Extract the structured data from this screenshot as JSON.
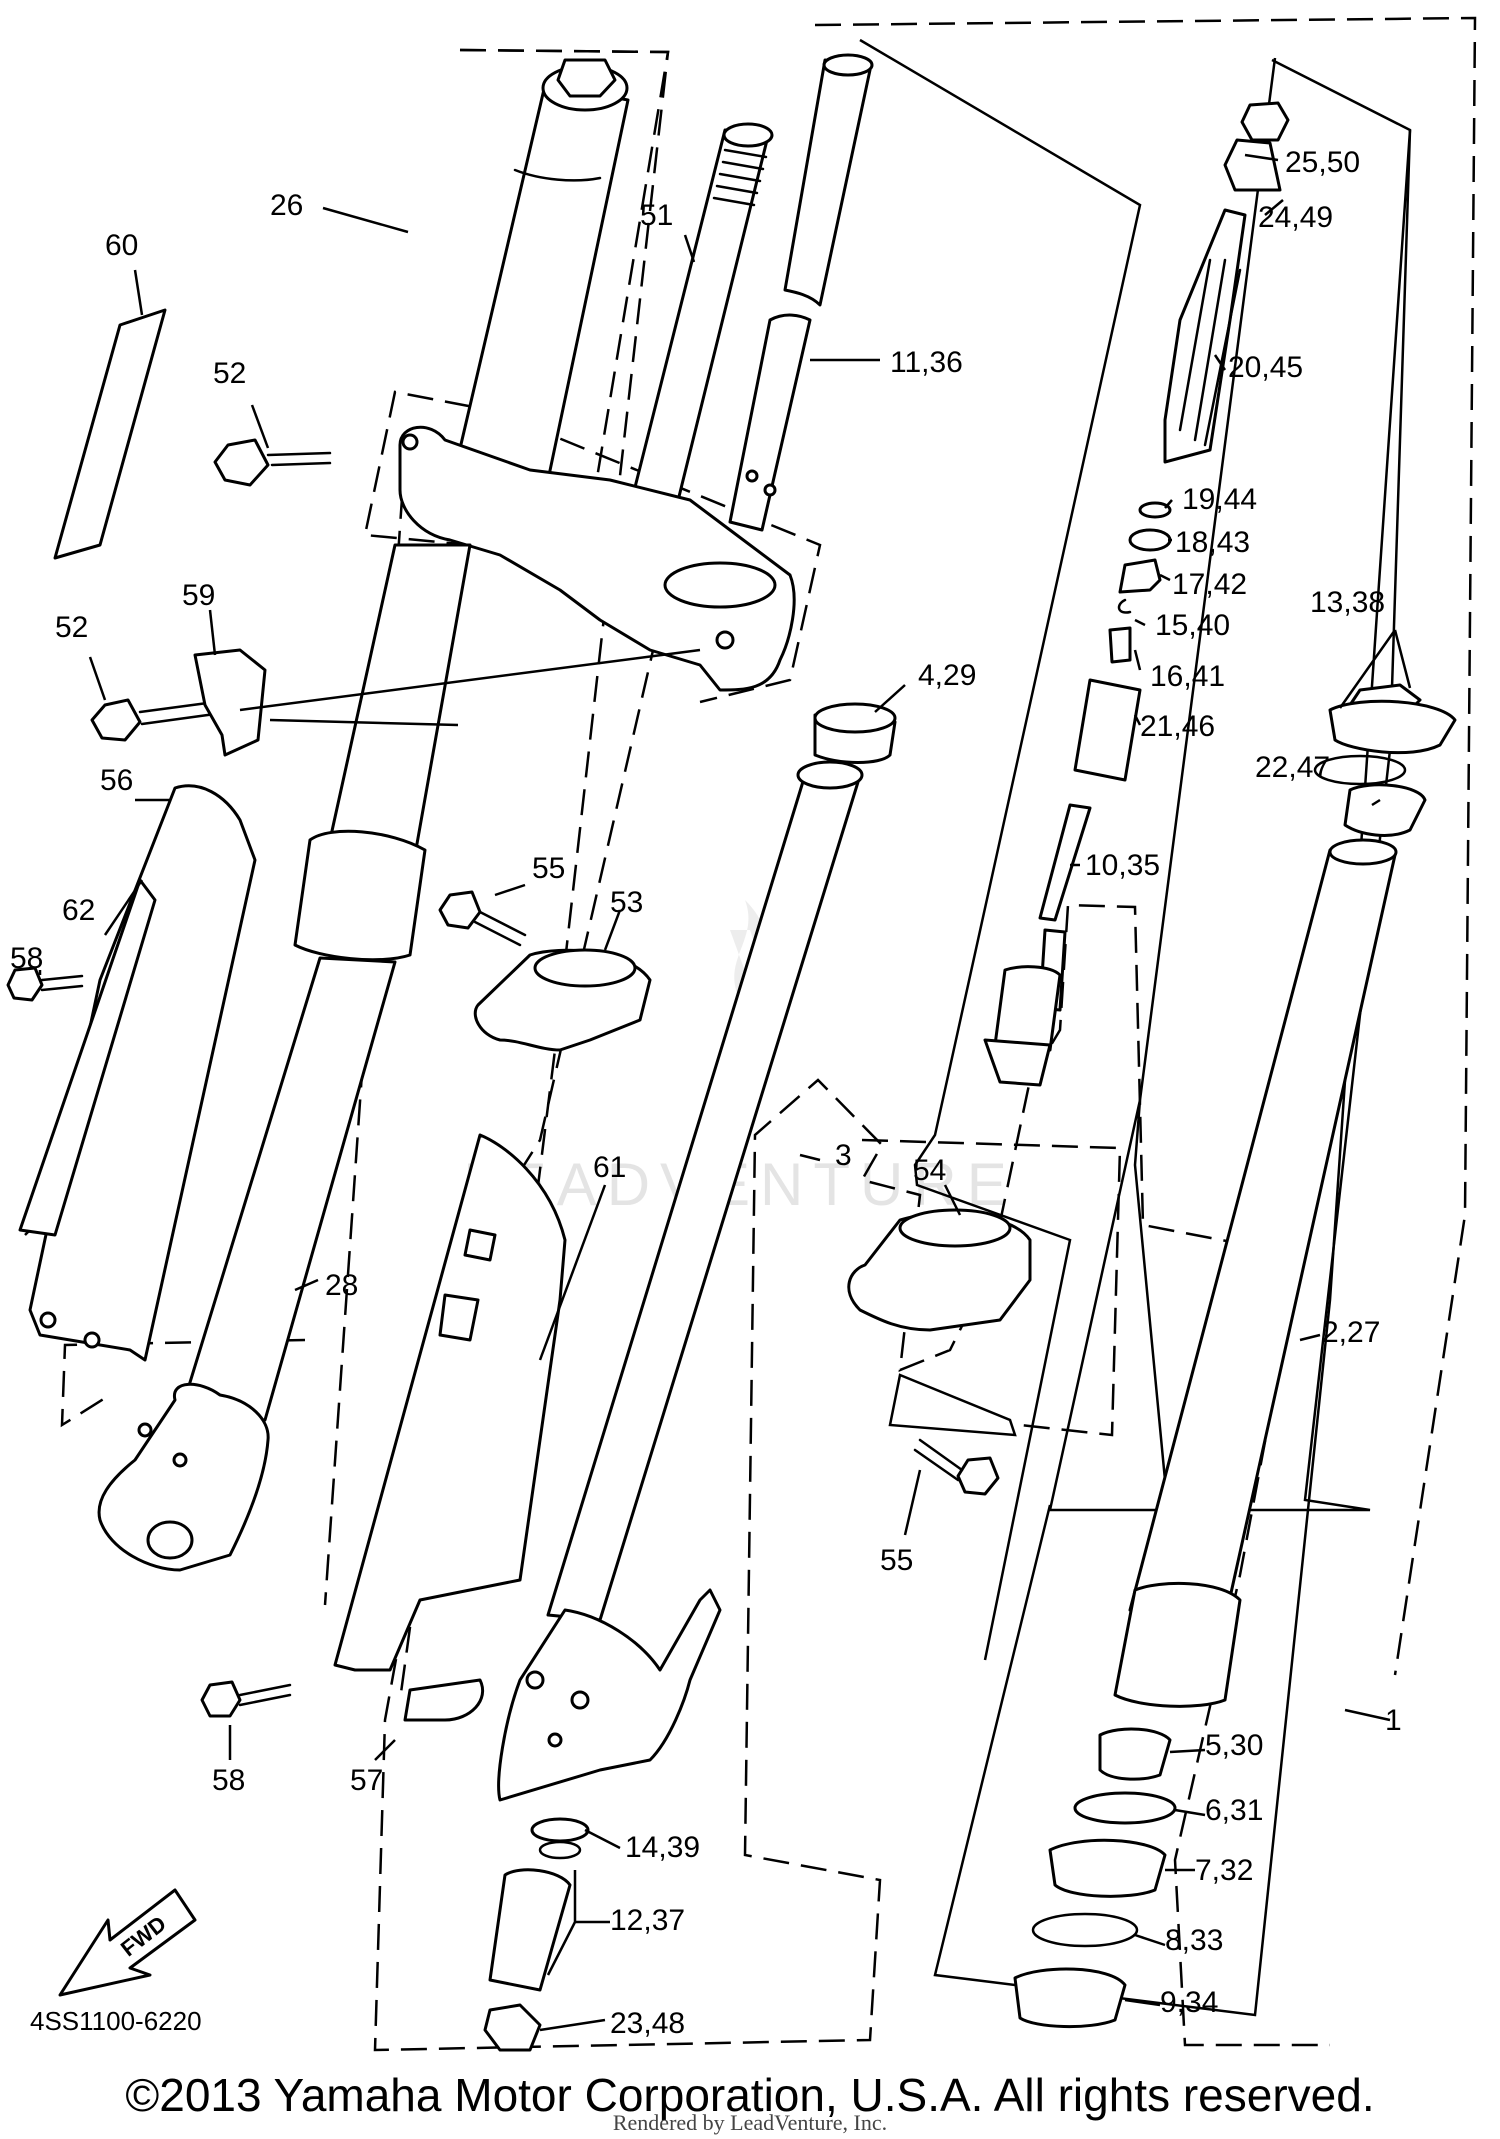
{
  "diagram": {
    "code": "4SS1100-6220",
    "direction_label": "FWD",
    "watermark": "LEADVENTURE",
    "callouts": {
      "c1": "1",
      "c2_27": "2,27",
      "c3": "3",
      "c4_29": "4,29",
      "c5_30": "5,30",
      "c6_31": "6,31",
      "c7_32": "7,32",
      "c8_33": "8,33",
      "c9_34": "9,34",
      "c10_35": "10,35",
      "c11_36": "11,36",
      "c12_37": "12,37",
      "c13_38": "13,38",
      "c14_39": "14,39",
      "c15_40": "15,40",
      "c16_41": "16,41",
      "c17_42": "17,42",
      "c18_43": "18,43",
      "c19_44": "19,44",
      "c20_45": "20,45",
      "c21_46": "21,46",
      "c22_47": "22,47",
      "c23_48": "23,48",
      "c24_49": "24,49",
      "c25_50": "25,50",
      "c26": "26",
      "c28": "28",
      "c51": "51",
      "c52a": "52",
      "c52b": "52",
      "c53": "53",
      "c54": "54",
      "c55a": "55",
      "c55b": "55",
      "c56": "56",
      "c57": "57",
      "c58a": "58",
      "c58b": "58",
      "c59": "59",
      "c60": "60",
      "c61": "61",
      "c62": "62"
    }
  },
  "footer": {
    "copyright": "©2013 Yamaha Motor Corporation, U.S.A. All rights reserved.",
    "rendered_by": "Rendered by LeadVenture, Inc."
  }
}
